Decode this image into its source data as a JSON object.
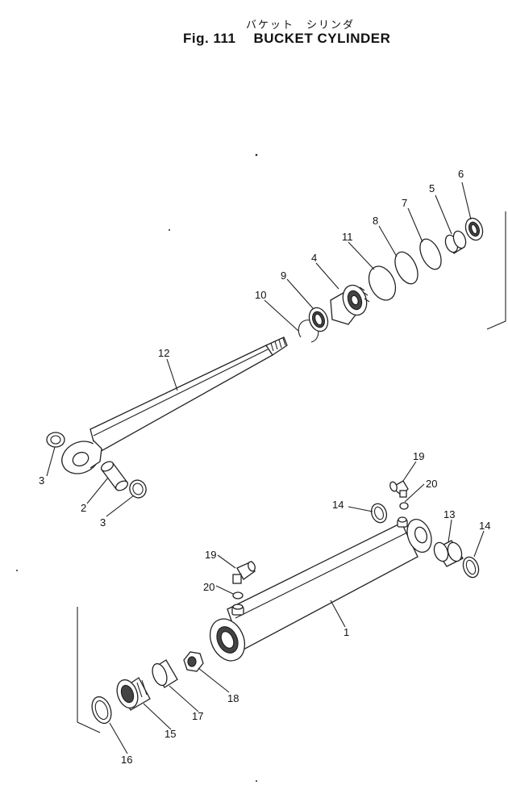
{
  "header": {
    "japanese_title": "バケット　シリンダ",
    "figure_number": "Fig. 111",
    "title": "BUCKET CYLINDER"
  },
  "callouts": [
    "1",
    "2",
    "3",
    "3",
    "4",
    "5",
    "6",
    "7",
    "8",
    "9",
    "10",
    "11",
    "12",
    "13",
    "14",
    "14",
    "15",
    "16",
    "17",
    "18",
    "19",
    "19",
    "20",
    "20"
  ]
}
